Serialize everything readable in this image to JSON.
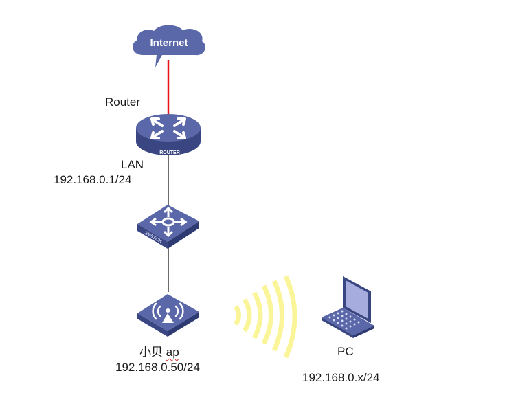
{
  "diagram": {
    "title": "Network topology",
    "colors": {
      "device_body": "#5a67a8",
      "device_side": "#3a4682",
      "device_glyph": "#ffffff",
      "wan_link": "#e8141c",
      "lan_link": "#6b6b6b",
      "wireless_waves": "#fbf59a",
      "laptop_screen": "#a6acde",
      "text": "#1a1a1a"
    },
    "nodes": [
      {
        "id": "internet",
        "type": "cloud",
        "label": "Internet"
      },
      {
        "id": "router",
        "type": "router",
        "label": "Router",
        "badge": "ROUTER",
        "interface_label": "LAN",
        "ip": "192.168.0.1/24"
      },
      {
        "id": "switch",
        "type": "switch",
        "badge": "SWITCH"
      },
      {
        "id": "ap",
        "type": "wireless-ap",
        "label_cn": "小贝",
        "label_en": "ap",
        "ip": "192.168.0.50/24"
      },
      {
        "id": "pc",
        "type": "laptop",
        "label": "PC",
        "ip": "192.168.0.x/24"
      }
    ],
    "links": [
      {
        "from": "internet",
        "to": "router",
        "kind": "wan"
      },
      {
        "from": "router",
        "to": "switch",
        "kind": "lan"
      },
      {
        "from": "switch",
        "to": "ap",
        "kind": "lan"
      },
      {
        "from": "ap",
        "to": "pc",
        "kind": "wireless"
      }
    ]
  }
}
